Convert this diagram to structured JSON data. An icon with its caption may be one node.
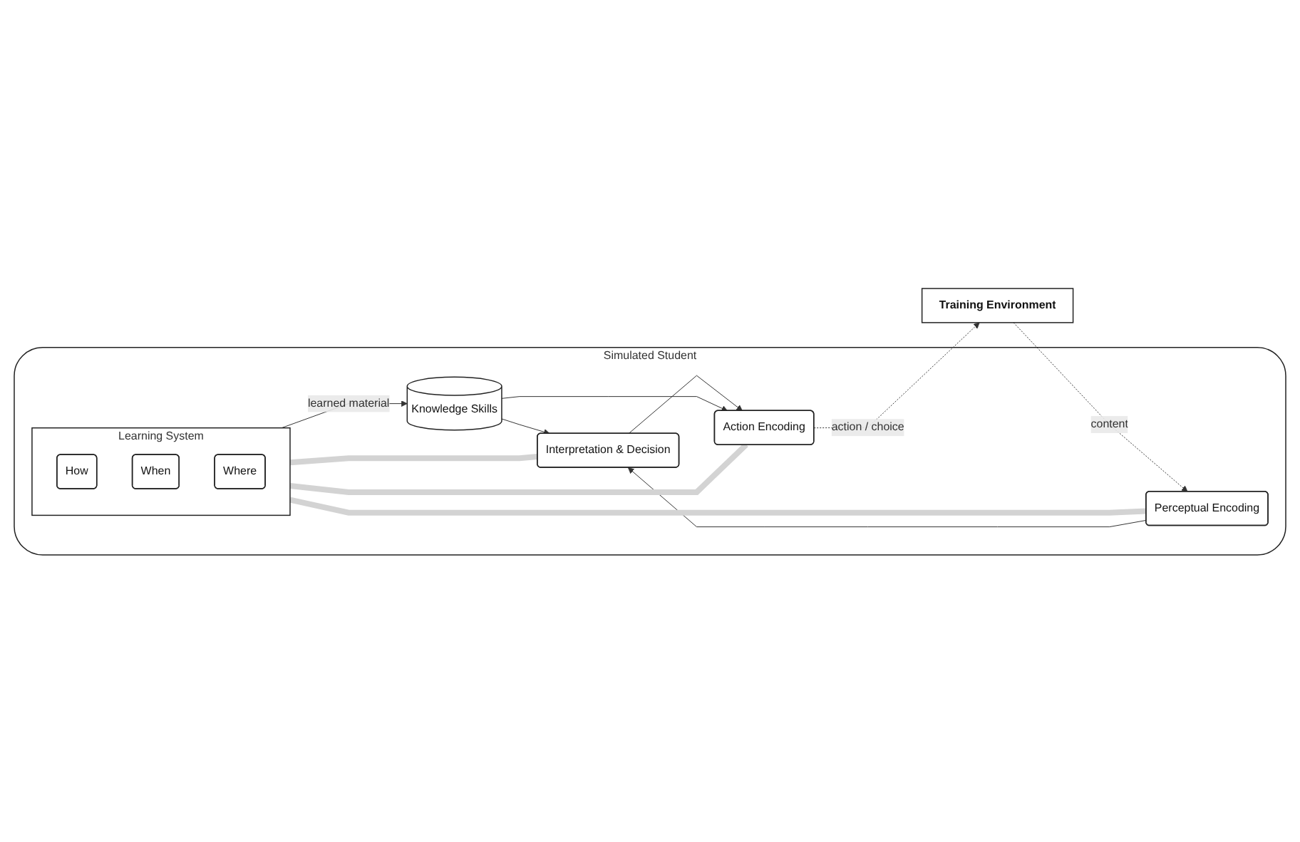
{
  "diagram": {
    "nodes": [
      {
        "text": [
          "Simulated Student"
        ]
      },
      {
        "text": [
          "Learning System"
        ],
        "in": 0
      },
      {
        "text": [
          "How"
        ],
        "in": 1
      },
      {
        "text": [
          "When"
        ],
        "in": 1
      },
      {
        "text": [
          "Where"
        ],
        "in": 1
      },
      {
        "text": [
          "Perceptual Encoding"
        ],
        "in": 0
      },
      {
        "text": [
          "Interpretation & Decision"
        ],
        "in": 0
      },
      {
        "text": [
          "Knowledge Skills"
        ],
        "in": 0
      },
      {
        "text": [
          "Action Encoding"
        ],
        "in": 0
      },
      {
        "text": [
          "Training Environment"
        ]
      }
    ],
    "edges": [
      {
        "from": 9,
        "to": 5,
        "arrow": "to",
        "label": "content",
        "style": "dashed"
      },
      {
        "from": 5,
        "to": 6,
        "arrow": "to"
      },
      {
        "from": 6,
        "to": 8,
        "arrow": "to"
      },
      {
        "from": 1,
        "to": 7,
        "arrow": "to",
        "label": "learned material"
      },
      {
        "from": 7,
        "to": 6,
        "arrow": "to"
      },
      {
        "from": 7,
        "to": 8,
        "arrow": "to"
      },
      {
        "from": 8,
        "to": 9,
        "arrow": "to",
        "label": "action / choice",
        "style": "dashed"
      },
      {
        "from": 1,
        "to": 5,
        "arrow": "none",
        "style": "thick",
        "color": "#d3d3d3"
      },
      {
        "from": 1,
        "to": 6,
        "arrow": "none",
        "style": "thick",
        "color": "#d3d3d3"
      },
      {
        "from": 1,
        "to": 8,
        "arrow": "none",
        "style": "thick",
        "color": "#d3d3d3"
      }
    ]
  }
}
